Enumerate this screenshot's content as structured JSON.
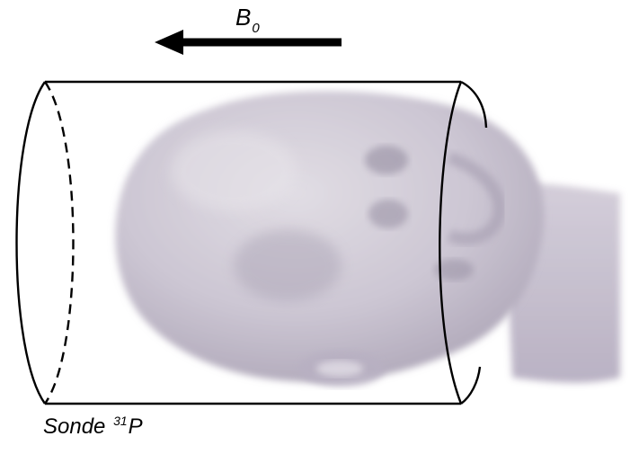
{
  "field": {
    "symbol": "B",
    "subscript": "0",
    "direction": "left"
  },
  "probe": {
    "label": "Sonde ",
    "isotope_mass": "31",
    "isotope_element": "P"
  },
  "subject": {
    "description_icon": "head-icon"
  },
  "colors": {
    "line": "#000000",
    "skin_light": "#dcd8e0",
    "skin_mid": "#c2bccb",
    "skin_dark": "#9b93a6",
    "background": "#ffffff"
  }
}
